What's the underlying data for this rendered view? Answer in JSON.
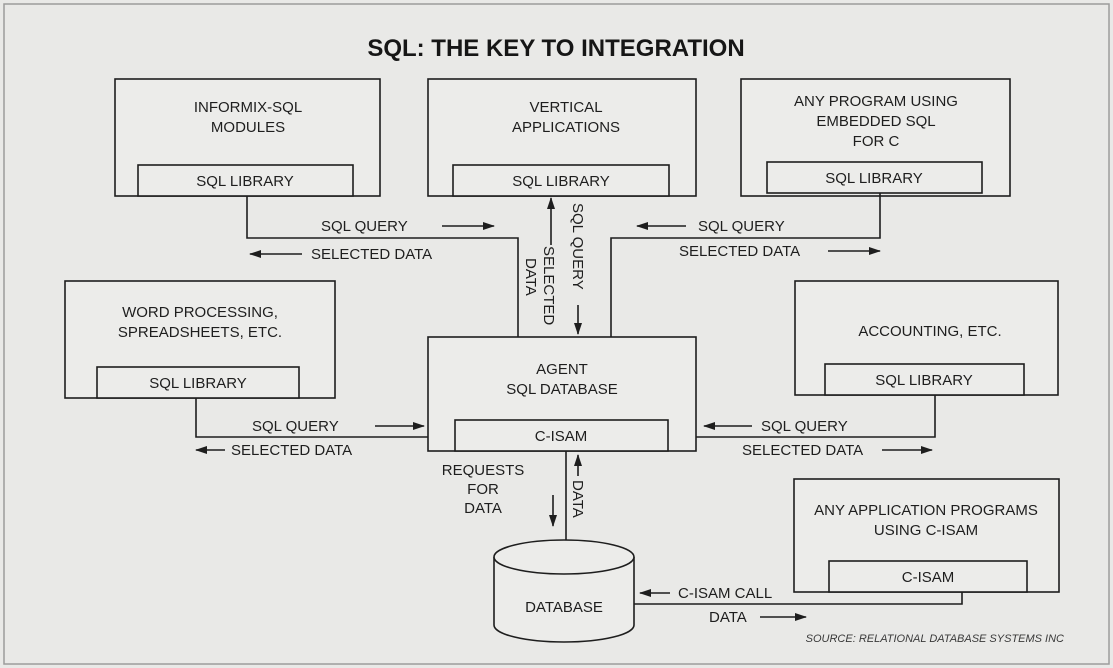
{
  "title": "SQL: THE KEY TO INTEGRATION",
  "source": "SOURCE: RELATIONAL DATABASE SYSTEMS INC",
  "boxes": {
    "informix": {
      "line1": "INFORMIX-SQL",
      "line2": "MODULES",
      "library": "SQL LIBRARY"
    },
    "vertical": {
      "line1": "VERTICAL",
      "line2": "APPLICATIONS",
      "library": "SQL LIBRARY"
    },
    "embedded": {
      "line1": "ANY PROGRAM USING",
      "line2": "EMBEDDED SQL",
      "line3": "FOR C",
      "library": "SQL  LIBRARY"
    },
    "word": {
      "line1": "WORD PROCESSING,",
      "line2": "SPREADSHEETS, ETC.",
      "library": "SQL LIBRARY"
    },
    "accounting": {
      "line1": "ACCOUNTING,  ETC.",
      "library": "SQL  LIBRARY"
    },
    "agent": {
      "line1": "AGENT",
      "line2": "SQL DATABASE",
      "library": "C-ISAM"
    },
    "cisam_apps": {
      "line1": "ANY APPLICATION PROGRAMS",
      "line2": "USING C-ISAM",
      "library": "C-ISAM"
    },
    "database": {
      "label": "DATABASE"
    }
  },
  "flows": {
    "informix_query": "SQL QUERY",
    "informix_data": "SELECTED DATA",
    "vertical_query": "SQL QUERY",
    "vertical_data_1": "SELECTED",
    "vertical_data_2": "DATA",
    "embedded_query": "SQL QUERY",
    "embedded_data": "SELECTED DATA",
    "word_query": "SQL QUERY",
    "word_data": "SELECTED DATA",
    "accounting_query": "SQL QUERY",
    "accounting_data": "SELECTED DATA",
    "requests_1": "REQUESTS",
    "requests_2": "FOR",
    "requests_3": "DATA",
    "db_data": "DATA",
    "cisam_call": "C-ISAM CALL",
    "cisam_data": "DATA"
  }
}
